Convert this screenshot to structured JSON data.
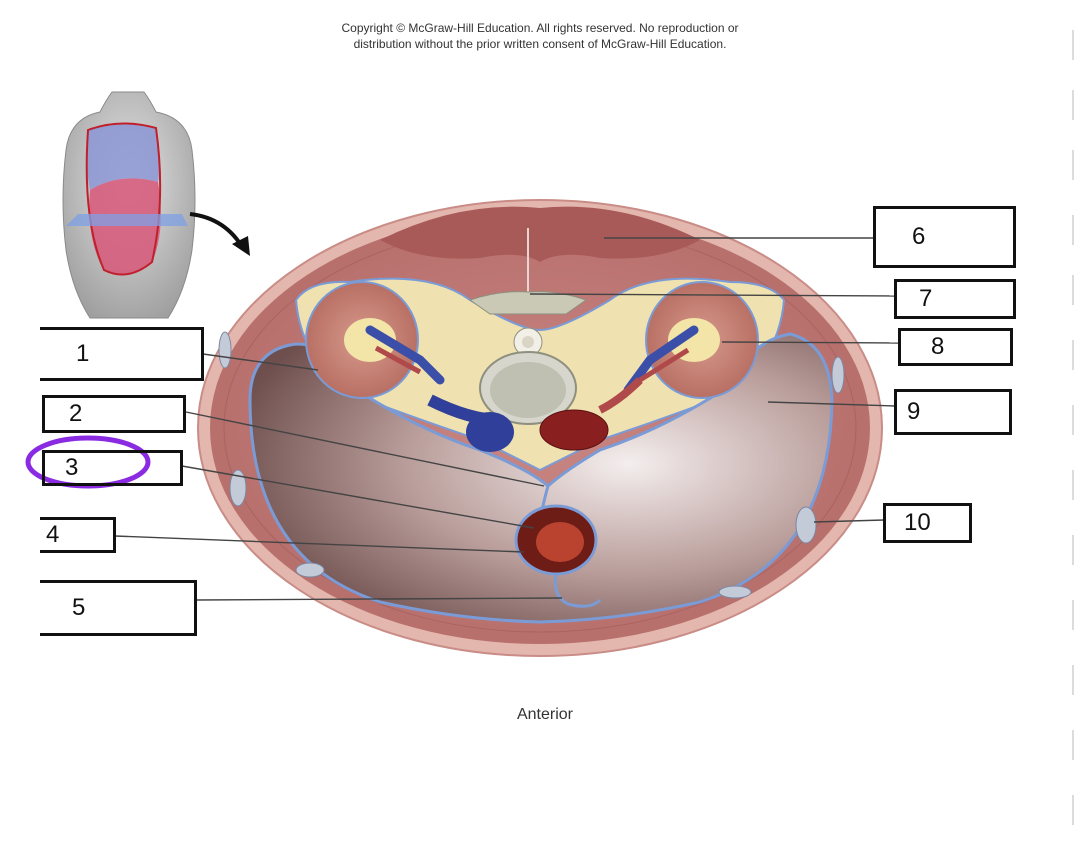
{
  "copyright": {
    "line1": "Copyright © McGraw-Hill Education.  All rights reserved. No reproduction or",
    "line2": "distribution without the prior written consent of McGraw-Hill Education."
  },
  "orientation_label": "Anterior",
  "labels": [
    {
      "id": "1",
      "text": "1"
    },
    {
      "id": "2",
      "text": "2"
    },
    {
      "id": "3",
      "text": "3",
      "circled": true
    },
    {
      "id": "4",
      "text": "4"
    },
    {
      "id": "5",
      "text": "5"
    },
    {
      "id": "6",
      "text": "6"
    },
    {
      "id": "7",
      "text": "7"
    },
    {
      "id": "8",
      "text": "8"
    },
    {
      "id": "9",
      "text": "9"
    },
    {
      "id": "10",
      "text": "10"
    }
  ],
  "colors": {
    "highlight_circle": "#8a2be2",
    "muscle": "#b86a68",
    "peritoneum": "#7a9bd6",
    "fat": "#efe2b0",
    "cavity": "#a38986"
  }
}
